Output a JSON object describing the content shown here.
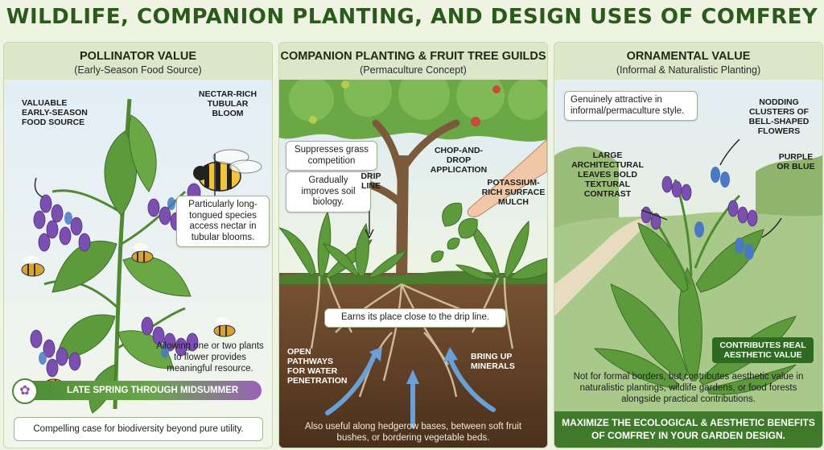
{
  "title": "WILDLIFE, COMPANION PLANTING, AND DESIGN USES OF COMFREY",
  "colors": {
    "title": "#2c5a1c",
    "panel_header": "#dbe7c8",
    "banner": "#4a8a33",
    "flower": "#7b4fb0",
    "soil": "#5e3f26"
  },
  "panel1": {
    "heading": "POLLINATOR VALUE",
    "subheading": "(Early-Season Food Source)",
    "label_food": "VALUABLE EARLY-SEASON FOOD SOURCE",
    "label_bloom": "NECTAR-RICH TUBULAR BLOOM",
    "note_tongued": "Particularly long-tongued species access nectar in tubular blooms.",
    "note_flower": "Allowing one or two plants to flower provides meaningful resource.",
    "banner": "LATE SPRING THROUGH MIDSUMMER",
    "banner_icon": "flower-icon",
    "footer": "Compelling case for biodiversity beyond pure utility."
  },
  "panel2": {
    "heading": "COMPANION PLANTING & FRUIT TREE GUILDS",
    "subheading": "(Permaculture Concept)",
    "note_grass": "Suppresses grass competition",
    "note_soil": "Gradually improves soil biology.",
    "label_drip": "DRIP LINE",
    "label_chop": "CHOP-AND-DROP APPLICATION",
    "label_potassium": "POTASSIUM-RICH SURFACE MULCH",
    "note_earns": "Earns its place close to the drip line.",
    "label_pathways": "OPEN PATHWAYS FOR WATER PENETRATION",
    "label_minerals": "BRING UP MINERALS",
    "footer": "Also useful along hedgerow bases, between soft fruit bushes, or bordering vegetable beds."
  },
  "panel3": {
    "heading": "ORNAMENTAL VALUE",
    "subheading": "(Informal & Naturalistic Planting)",
    "note_attractive": "Genuinely attractive in informal/permaculture style.",
    "label_nodding": "NODDING CLUSTERS OF BELL-SHAPED FLOWERS",
    "label_leaves": "LARGE ARCHITECTURAL LEAVES BOLD TEXTURAL CONTRAST",
    "label_purple": "PURPLE OR BLUE",
    "tag_aesthetic": "CONTRIBUTES REAL AESTHETIC VALUE",
    "note_formal": "Not for formal borders, but contributes aesthetic value in naturalistic plantings, wildlife gardens, or food forests alongside practical contributions.",
    "footer": "MAXIMIZE THE ECOLOGICAL & AESTHETIC BENEFITS OF COMFREY IN YOUR GARDEN DESIGN."
  }
}
